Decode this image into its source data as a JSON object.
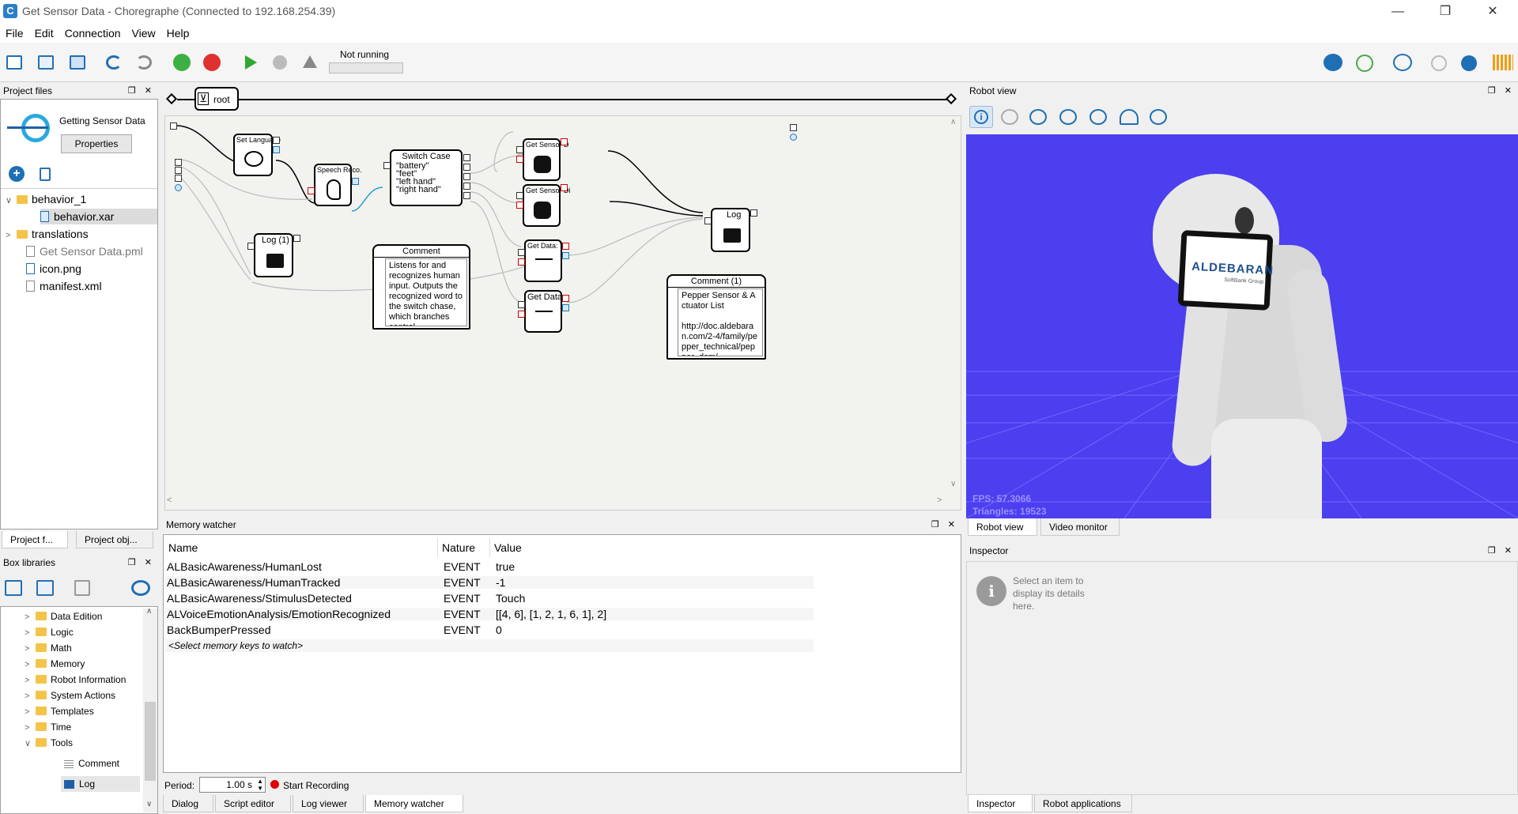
{
  "window": {
    "title": "Get Sensor Data - Choregraphe (Connected to 192.168.254.39)",
    "app_letter": "C",
    "minimize": "—",
    "restore": "❐",
    "close": "✕"
  },
  "menu": [
    "File",
    "Edit",
    "Connection",
    "View",
    "Help"
  ],
  "toolbar": {
    "status": "Not running"
  },
  "project_files": {
    "title": "Project files",
    "project_name": "Getting Sensor Data",
    "properties_label": "Properties",
    "tree": [
      {
        "label": "behavior_1",
        "type": "folder",
        "arrow": "∨"
      },
      {
        "label": "behavior.xar",
        "type": "file"
      },
      {
        "label": "translations",
        "type": "folder",
        "arrow": ">"
      },
      {
        "label": "Get Sensor Data.pml",
        "type": "file"
      },
      {
        "label": "icon.png",
        "type": "file"
      },
      {
        "label": "manifest.xml",
        "type": "file"
      }
    ],
    "tabs": [
      "Project f...",
      "Project obj..."
    ]
  },
  "box_libraries": {
    "title": "Box libraries",
    "items": [
      "Data Edition",
      "Logic",
      "Math",
      "Memory",
      "Robot Information",
      "System Actions",
      "Templates",
      "Time",
      "Tools"
    ],
    "tool_items": [
      "Comment",
      "Log"
    ]
  },
  "canvas": {
    "root_label": "root",
    "boxes": {
      "set_language": "Set Language",
      "speech_reco": "Speech Reco.",
      "switch_case": "Switch Case",
      "switch_options": [
        "\"battery\"",
        "\"feet\"",
        "\"left hand\"",
        "\"right hand\""
      ],
      "get_sensor_d1": "Get Sensor D",
      "get_sensor_d2": "Get Sensor Di",
      "get_data_touch": "Get Data: To",
      "get_data": "Get Data",
      "log": "Log",
      "log1": "Log (1)"
    },
    "comment": {
      "title": "Comment",
      "text": "Listens for and recognizes human input. Outputs the recognized word to the switch chase, which branches control"
    },
    "comment1": {
      "title": "Comment (1)",
      "text": "Pepper Sensor & Actuator List\n\nhttp://doc.aldebaran.com/2-4/family/pepper_technical/pepper_dcm/"
    }
  },
  "memory_watcher": {
    "title": "Memory watcher",
    "columns": [
      "Name",
      "Nature",
      "Value"
    ],
    "rows": [
      {
        "name": "ALBasicAwareness/HumanLost",
        "nature": "EVENT",
        "value": "true"
      },
      {
        "name": "ALBasicAwareness/HumanTracked",
        "nature": "EVENT",
        "value": "-1"
      },
      {
        "name": "ALBasicAwareness/StimulusDetected",
        "nature": "EVENT",
        "value": "Touch"
      },
      {
        "name": "ALVoiceEmotionAnalysis/EmotionRecognized",
        "nature": "EVENT",
        "value": "[[4, 6], [1, 2, 1, 6, 1], 2]"
      },
      {
        "name": "BackBumperPressed",
        "nature": "EVENT",
        "value": "0"
      }
    ],
    "select_hint": "<Select memory keys to watch>",
    "period_label": "Period:",
    "period_value": "1.00 s",
    "record_label": "Start Recording",
    "tabs": [
      "Dialog",
      "Script editor",
      "Log viewer",
      "Memory watcher"
    ]
  },
  "robot_view": {
    "title": "Robot view",
    "fps": "FPS: 57.3066",
    "triangles": "Triangles: 19523",
    "brand": "ALDEBARAN",
    "brand_sub": "SoftBank Group",
    "tabs": [
      "Robot view",
      "Video monitor"
    ]
  },
  "inspector": {
    "title": "Inspector",
    "hint": "Select an item to display its details here.",
    "tabs": [
      "Inspector",
      "Robot applications"
    ]
  },
  "colors": {
    "accent": "#1f6fb5",
    "robot_bg": "#4b3ff0",
    "record": "#e00000"
  }
}
